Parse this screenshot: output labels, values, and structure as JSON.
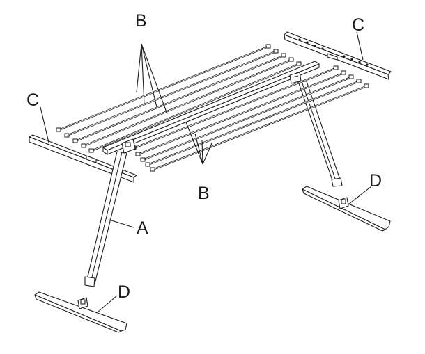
{
  "labels": {
    "leg": "A",
    "rods_top": "B",
    "rods_bottom": "B",
    "bar_left": "C",
    "bar_right": "C",
    "foot_left": "D",
    "foot_right": "D"
  },
  "colors": {
    "line": "#1a1a1a",
    "background": "#ffffff"
  }
}
